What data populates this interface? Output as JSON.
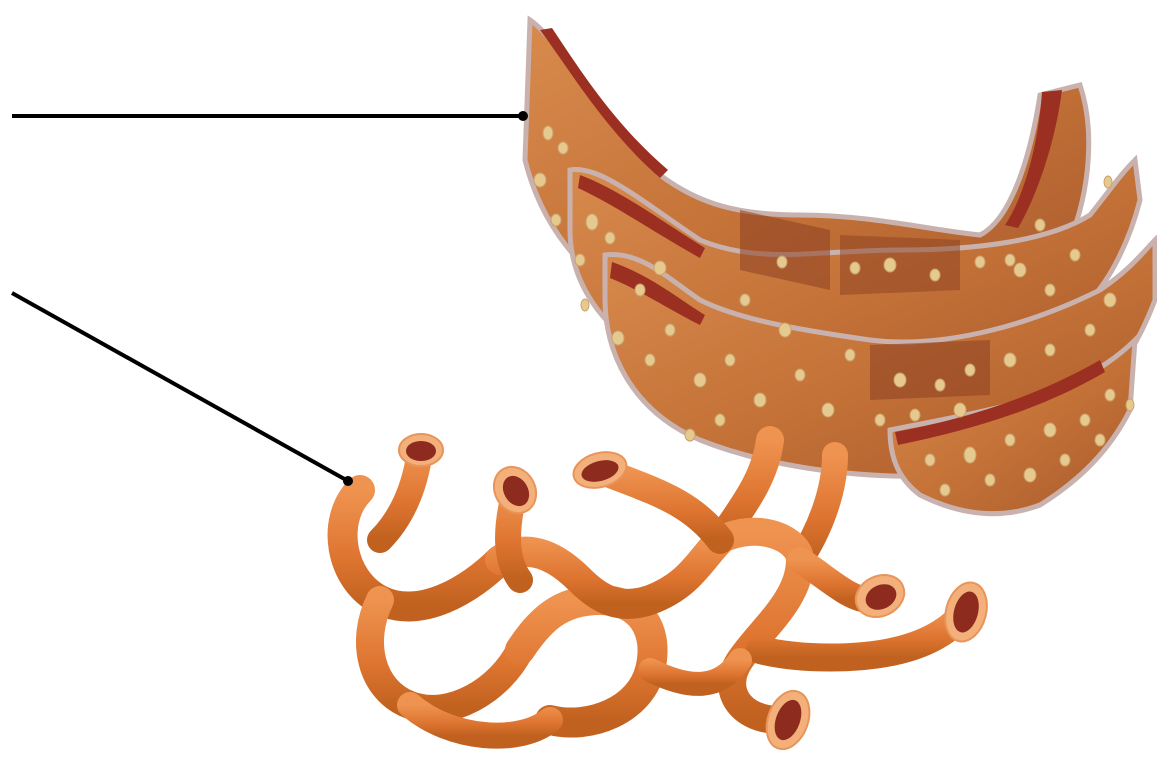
{
  "diagram": {
    "subject": "endoplasmic-reticulum",
    "labels": [
      {
        "id": "rough-er",
        "text": ""
      },
      {
        "id": "smooth-er",
        "text": ""
      }
    ],
    "colors": {
      "rough_er_fill": "#c9783f",
      "rough_er_dark": "#8c3f22",
      "rough_er_lumen": "#9b2f22",
      "membrane_edge": "#c9b2ae",
      "ribosome": "#e6c98f",
      "smooth_er_fill": "#e07a33",
      "smooth_er_dark": "#b85a22",
      "smooth_er_lumen": "#8e2b1f",
      "leader_line": "#000000"
    }
  }
}
